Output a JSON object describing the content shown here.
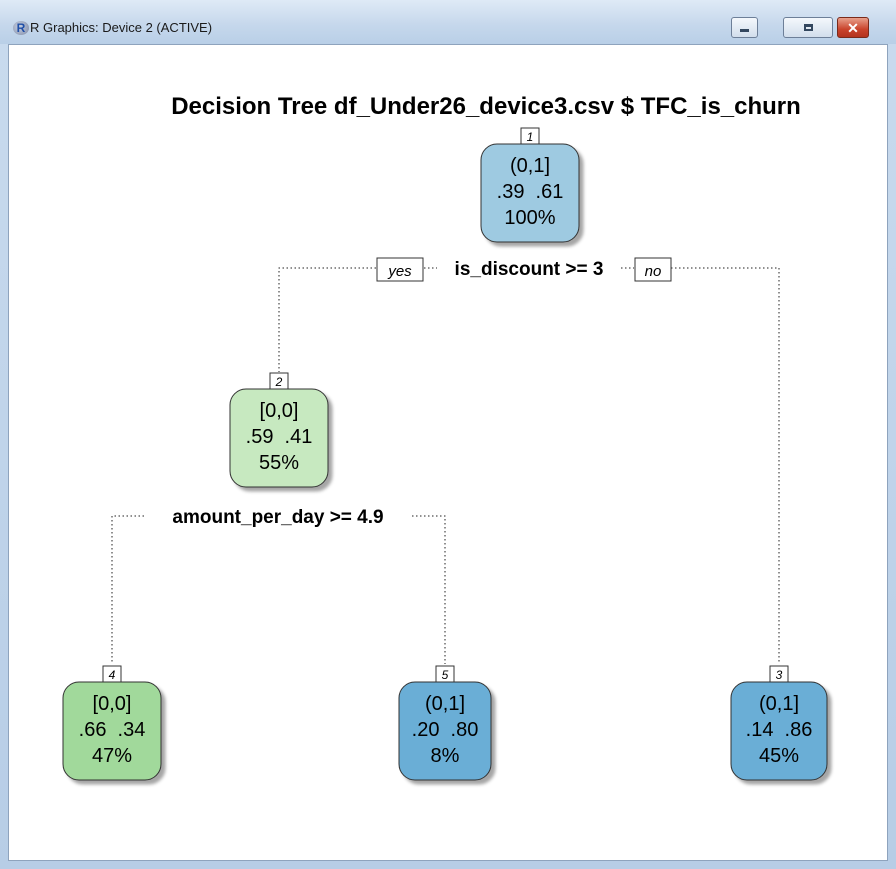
{
  "window": {
    "title": "R Graphics: Device 2 (ACTIVE)",
    "icon": "r-logo-icon",
    "controls": [
      "minimize-icon",
      "maximize-icon",
      "close-icon"
    ],
    "close_glyph": "✕"
  },
  "tree": {
    "title": "Decision Tree df_Under26_device3.csv $ TFC_is_churn",
    "nodes": [
      {
        "id": "1",
        "class_label": "(0,1]",
        "probs": ".39  .61",
        "pct": "100%",
        "color": "#9ecae1"
      },
      {
        "id": "2",
        "class_label": "[0,0]",
        "probs": ".59  .41",
        "pct": "55%",
        "color": "#c7e9c0"
      },
      {
        "id": "4",
        "class_label": "[0,0]",
        "probs": ".66  .34",
        "pct": "47%",
        "color": "#a1d99b"
      },
      {
        "id": "5",
        "class_label": "(0,1]",
        "probs": ".20  .80",
        "pct": "8%",
        "color": "#6baed6"
      },
      {
        "id": "3",
        "class_label": "(0,1]",
        "probs": ".14  .86",
        "pct": "45%",
        "color": "#6baed6"
      }
    ],
    "splits": [
      {
        "label": "is_discount >= 3",
        "yes": "yes",
        "no": "no"
      },
      {
        "label": "amount_per_day >= 4.9"
      }
    ]
  }
}
